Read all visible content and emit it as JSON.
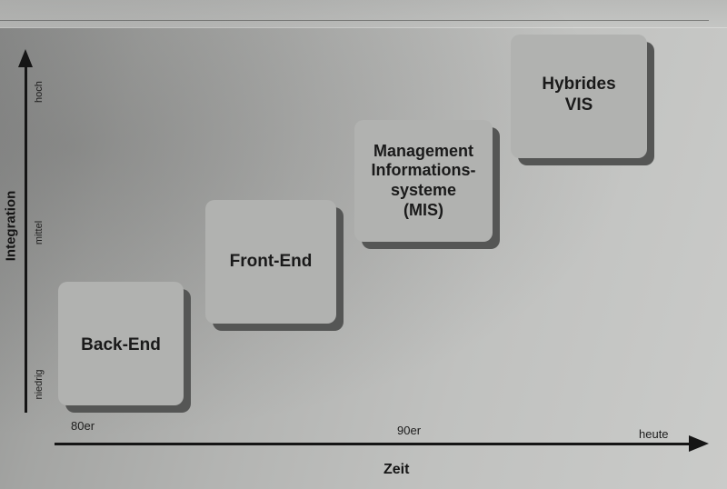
{
  "diagram": {
    "y_axis": {
      "title": "Integration",
      "ticks": [
        "hoch",
        "mittel",
        "niedrig"
      ]
    },
    "x_axis": {
      "title": "Zeit",
      "ticks": [
        "80er",
        "90er",
        "heute"
      ]
    },
    "boxes": [
      {
        "lines": [
          "Back-End"
        ]
      },
      {
        "lines": [
          "Front-End"
        ]
      },
      {
        "lines": [
          "Management",
          "Informations-",
          "systeme",
          "(MIS)"
        ]
      },
      {
        "lines": [
          "Hybrides",
          "VIS"
        ]
      }
    ]
  }
}
